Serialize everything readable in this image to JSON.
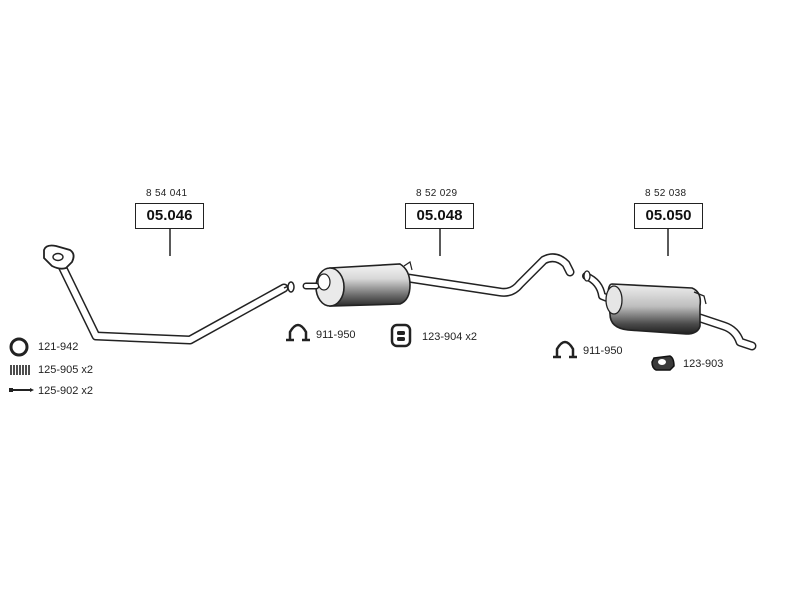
{
  "assemblies": [
    {
      "ref": "8 54 041",
      "code": "05.046"
    },
    {
      "ref": "8 52 029",
      "code": "05.048"
    },
    {
      "ref": "8 52 038",
      "code": "05.050"
    }
  ],
  "fittings": [
    {
      "icon": "ring-gasket-icon",
      "label": "121-942"
    },
    {
      "icon": "spring-icon",
      "label": "125-905 x2"
    },
    {
      "icon": "bolt-icon",
      "label": "125-902 x2"
    },
    {
      "icon": "clamp-icon",
      "label": "911-950"
    },
    {
      "icon": "rubber-hanger-icon",
      "label": "123-904 x2"
    },
    {
      "icon": "clamp-icon",
      "label": "911-950"
    },
    {
      "icon": "rubber-mount-icon",
      "label": "123-903"
    }
  ]
}
